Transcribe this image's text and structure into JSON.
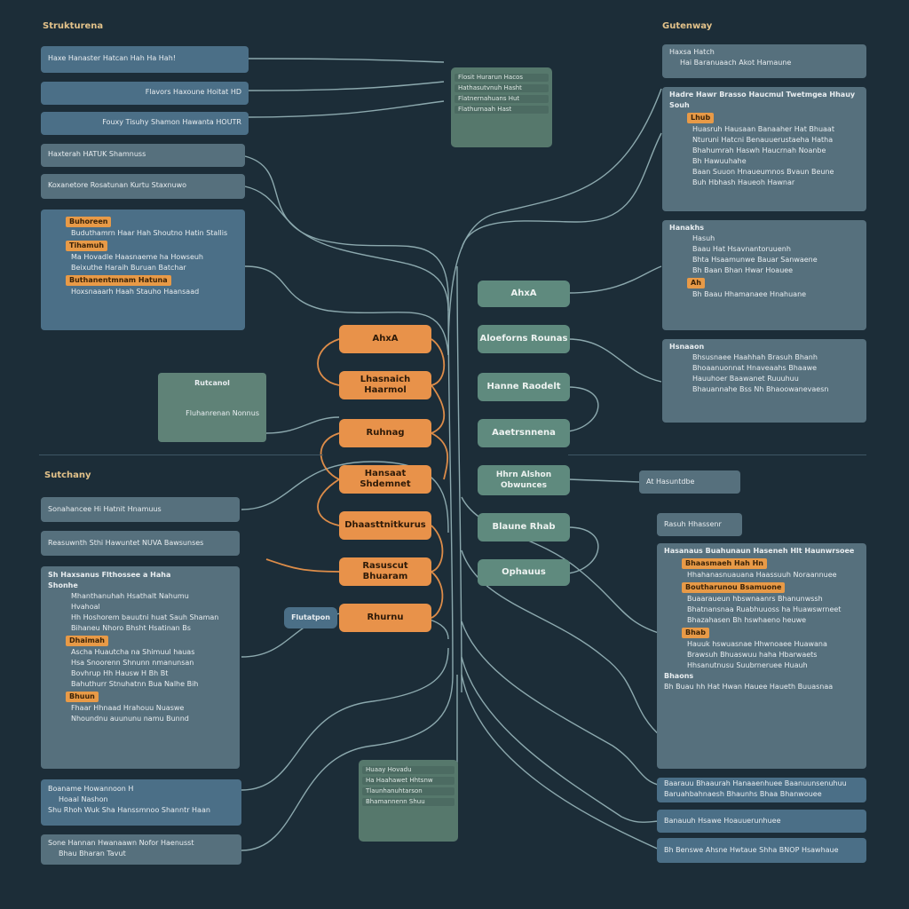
{
  "colors": {
    "background": "#1c2d38",
    "wire": "#a8c8cc",
    "orange_wire": "#e8924a",
    "orange": "#e8924a",
    "node_green": "#5f8a7e",
    "panel_blue": "#4b6f87",
    "panel_slate": "#56707d",
    "header": "#e3c28a"
  },
  "headers": {
    "top_left": "Strukturena",
    "top_right": "Gutenway",
    "mid_left": "Sutchany"
  },
  "left_top": {
    "r1": "Haxe Hanaster  Hatcan  Hah Ha  Hah!",
    "r2": "Flavors Haxoune Hoitat HD",
    "r3": "Fouxy Tisuhy Shamon Hawanta HOUTR",
    "r4": "Haxterah HATUK Shamnuss",
    "r5": "Koxanetore  Rosatunan Kurtu Staxnuwo",
    "big": {
      "tag1": "Buhoreen",
      "line1": "Buduthamrn Haar Hah Shoutno Hatin Stallis",
      "tag2": "Tihamuh",
      "line2": "Ma Hovadle Haasnaeme ha Howseuh",
      "line3": "Beixuthe Haraih Buruan Batchar",
      "tag3": "Buthanentmnam Hatuna",
      "line4": "Hoxsnaaarh Haah Stauho Haansaad"
    }
  },
  "center_stack_top": [
    "Flosit Hurarun Hacos",
    "Hathasutvnuh Hasht",
    "Flatnernahuans Hut",
    "Flathurnaah Hast"
  ],
  "left_mid_box": {
    "title": "Rutcanol",
    "line": "Fluhanrenan Nonnus"
  },
  "orange_nodes": [
    "AhxA",
    "Lhasnaich Haarmol",
    "Ruhnag",
    "Hansaat Shdemnet",
    "Dhaasttnitkurus",
    "Rasuscut Bhuaram",
    "Rhurnu"
  ],
  "green_nodes": [
    "AhxA",
    "Aloeforns Rounas",
    "Hanne Raodelt",
    "Aaetrsnnena",
    "Hhrn Alshon Obwunces",
    "Blaune Rhab",
    "Ophauus"
  ],
  "small_tag": "Flutatpon",
  "left_bottom": {
    "r1": "Sonahancee  Hi  Hatnit  Hnamuus",
    "r2": "Reasuwnth Sthi Hawuntet NUVA Bawsunses",
    "big": {
      "h1": "Sh  Haxsanus Flthossee a Haha",
      "h2": "Shonhe",
      "line1": "Mhanthanuhah  Hsathalt Nahumu",
      "line1b": "Hvahoal",
      "line2": "Hh Hoshorem bauutni huat Sauh Shaman",
      "line2b": "Bihaneu Nhoro Bhsht Hsatinan Bs",
      "tag1": "Dhaimah",
      "line3": "Ascha Huautcha na Shimuul hauas",
      "line3b": "Hsa Snoorenn Shnunn nmanunsan",
      "line4": "Bovhrup  Hh Hausw  H Bh Bt",
      "line4b": "Bahuthurr Stnuhatnn Bua Nalhe Bih",
      "tag2": "Bhuun",
      "line5": "Fhaar Hhnaad Hrahouu Nuaswe",
      "line5b": "Nhoundnu auununu namu Bunnd"
    },
    "r3a": "Boaname  Howannoon  H",
    "r3b": "Hoaal Nashon",
    "r3c": "Shu Rhoh Wuk Sha Hanssmnoo Shanntr Haan",
    "r4a": "Sone Hannan  Hwanaawn  Nofor Haenusst",
    "r4b": "Bhau Bharan Tavut"
  },
  "bottom_stack": [
    "Huaay Hovadu",
    "Ha Haahawet Hhtsnw",
    "Tlaunhanuhtarson",
    "Bhamannenn Shuu"
  ],
  "right_top": {
    "r1a": "Haxsa Hatch",
    "r1b": "Hai Baranuaach Akot  Hamaune",
    "big": {
      "h1": "Hadre Hawr  Brasso Haucmul  Twetmgea Hhauy",
      "h2": "Souh",
      "tag1": "Lhub",
      "line1": "Huasruh Hausaan Banaaher Hat Bhuaat",
      "line2": "Nturuni Hatcni  Benauuerustaeha Hatha",
      "line3": "Bhahumrah Haswh Haucrnah Noanbe",
      "line4": "Bh Hawuuhahe",
      "line5": "Baan Suuon Hnaueumnos Bvaun Beune",
      "line6": "Buh Hbhash Haueoh Hawnar"
    },
    "mid": {
      "h": "Hanakhs",
      "line1": "Hasuh",
      "line2": "Baau Hat Hsavnantoruuenh",
      "line3": "Bhta Hsaamunwe Bauar Sanwaene",
      "line4": "Bh Baan Bhan Hwar Hoauee",
      "tag": "Ah",
      "line5": "Bh Baau Hhamanaee Hnahuane"
    },
    "low": {
      "h": "Hsnaaon",
      "line1": "Bhsusnaee Haahhah Brasuh Bhanh",
      "line2": "Bhoaanuonnat Hnaveaahs Bhaawe",
      "line3": "Hauuhoer Baawanet Ruuuhuu",
      "line4": "Bhauannahe Bss Nh Bhaoowanevaesn"
    }
  },
  "right_bottom": {
    "chip1": "At  Hasuntdbe",
    "chip2": "Rasuh Hhassenr",
    "big": {
      "h1": "Hasanaus  Buahunaun Haseneh Hlt Haunwrsoee",
      "tag1": "Bhaasmaeh Hah Hn",
      "line1": "Hhahanasnuauana  Haassuuh Noraannuee",
      "tag2": "Boutharunou Bsamuone",
      "line2": "Buaaraueun hbswnaanrs Bhanunwssh",
      "line3": "Bhatnansnaa Ruabhuuoss ha Huawswrneet",
      "line4": "Bhazahasen Bh hswhaeno heuwe",
      "tag3": "Bhab",
      "line5": "Hauuk hswuasnae Hhwnoaee Huawana",
      "line6": "Brawsuh Bhuaswuu haha Hbarwaets",
      "line7": "Hhsanutnusu Suubrneruee Huauh",
      "h2": "Bhaons",
      "line8": "Bh Buau  hh  Hat  Hwan Hauee Haueth  Buuasnaa"
    },
    "r1a": "Baarauu Bhaaurah Hanaaenhuee Baanuunsenuhuu",
    "r1b": "Baruahbahnaesh Bhaunhs  Bhaa  Bhanwouee",
    "r2": "Banauuh  Hsawe  Hoauuerunhuee",
    "r3": "Bh Benswe  Ahsne Hwtaue  Shha BNOP  Hsawhaue"
  }
}
